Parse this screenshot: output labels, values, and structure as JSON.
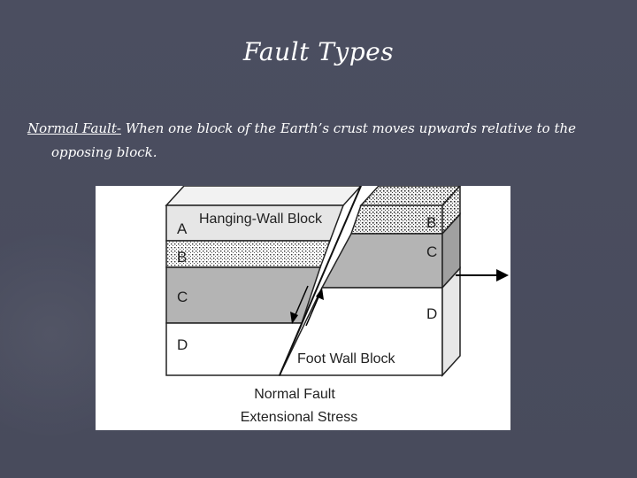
{
  "slide": {
    "title": "Fault Types",
    "term": "Normal Fault-",
    "definition_line1": " When one block of the Earth’s  crust moves upwards relative to the",
    "definition_line2": "opposing block."
  },
  "diagram": {
    "layer_labels_left": [
      "A",
      "B",
      "C",
      "D"
    ],
    "layer_labels_right": [
      "B",
      "C",
      "D"
    ],
    "hanging_wall_label": "Hanging-Wall Block",
    "foot_wall_label": "Foot Wall Block",
    "caption_line1": "Normal Fault",
    "caption_line2": "Extensional Stress"
  },
  "colors": {
    "background": "#4a4d5e",
    "layer_a": "#e6e6e6",
    "layer_c": "#b4b4b4",
    "layer_d": "#ffffff"
  }
}
